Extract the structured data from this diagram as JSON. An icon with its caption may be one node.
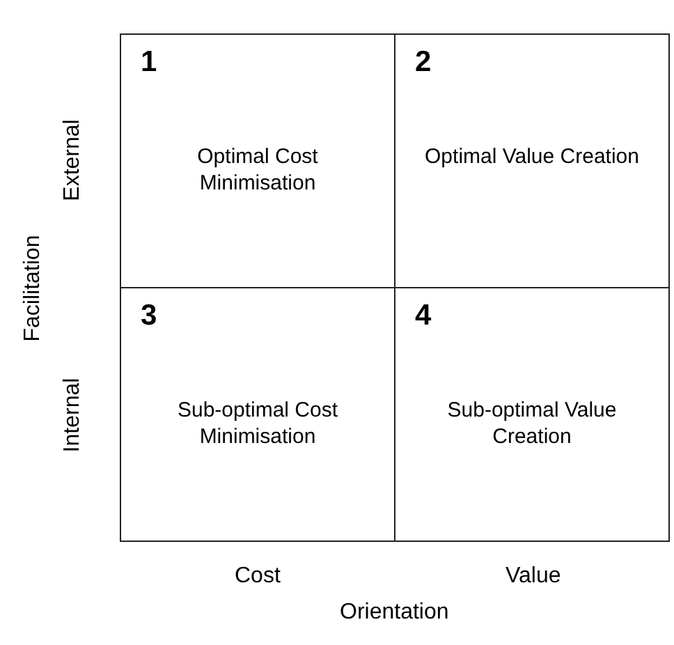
{
  "diagram": {
    "nodes": [
      {
        "text": [
          "1",
          "Optimal Cost Minimisation"
        ]
      },
      {
        "text": [
          "2",
          "Optimal Value Creation"
        ]
      },
      {
        "text": [
          "3",
          "Sub-optimal Cost Minimisation"
        ]
      },
      {
        "text": [
          "4",
          "Sub-optimal Value Creation"
        ]
      }
    ],
    "edges": [],
    "labels": [
      "External",
      "Facilitation",
      "Internal",
      "Cost",
      "Value",
      "Orientation"
    ]
  }
}
